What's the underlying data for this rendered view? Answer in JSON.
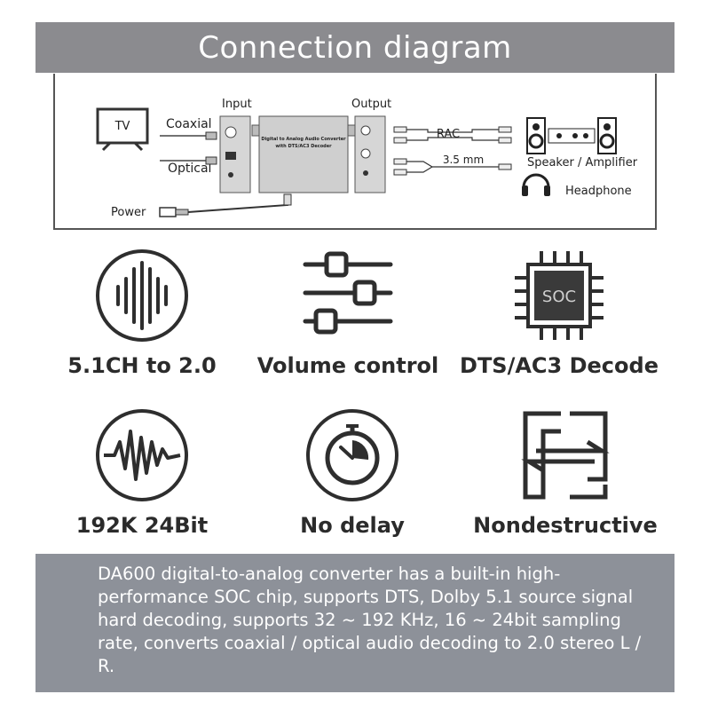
{
  "header": {
    "title": "Connection diagram"
  },
  "diagram": {
    "tv_label": "TV",
    "coaxial_label": "Coaxial",
    "optical_label": "Optical",
    "input_label": "Input",
    "output_label": "Output",
    "power_label": "Power",
    "device_line1": "Digital to Analog Audio Converter",
    "device_line2": "with DTS/AC3 Decoder",
    "rac_label": "RAC",
    "mm_label": "3.5 mm",
    "speaker_label": "Speaker / Amplifier",
    "headphone_label": "Headphone",
    "soc_chip_text": "SOC"
  },
  "features": [
    {
      "icon": "sound-bars-icon",
      "label": "5.1CH to 2.0"
    },
    {
      "icon": "sliders-icon",
      "label": "Volume control"
    },
    {
      "icon": "soc-chip-icon",
      "label": "DTS/AC3 Decode"
    },
    {
      "icon": "waveform-icon",
      "label": "192K 24Bit"
    },
    {
      "icon": "stopwatch-icon",
      "label": "No delay"
    },
    {
      "icon": "arrows-exchange-icon",
      "label": "Nondestructive"
    }
  ],
  "description": "DA600 digital-to-analog converter has a built-in high-performance SOC chip, supports DTS, Dolby 5.1 source signal hard decoding, supports 32 ~ 192 KHz, 16 ~ 24bit sampling rate, converts coaxial / optical audio decoding to 2.0 stereo L / R.",
  "colors": {
    "header_bg": "#8b8b8f",
    "desc_bg": "#8d9199",
    "icon": "#2e2e2e"
  }
}
